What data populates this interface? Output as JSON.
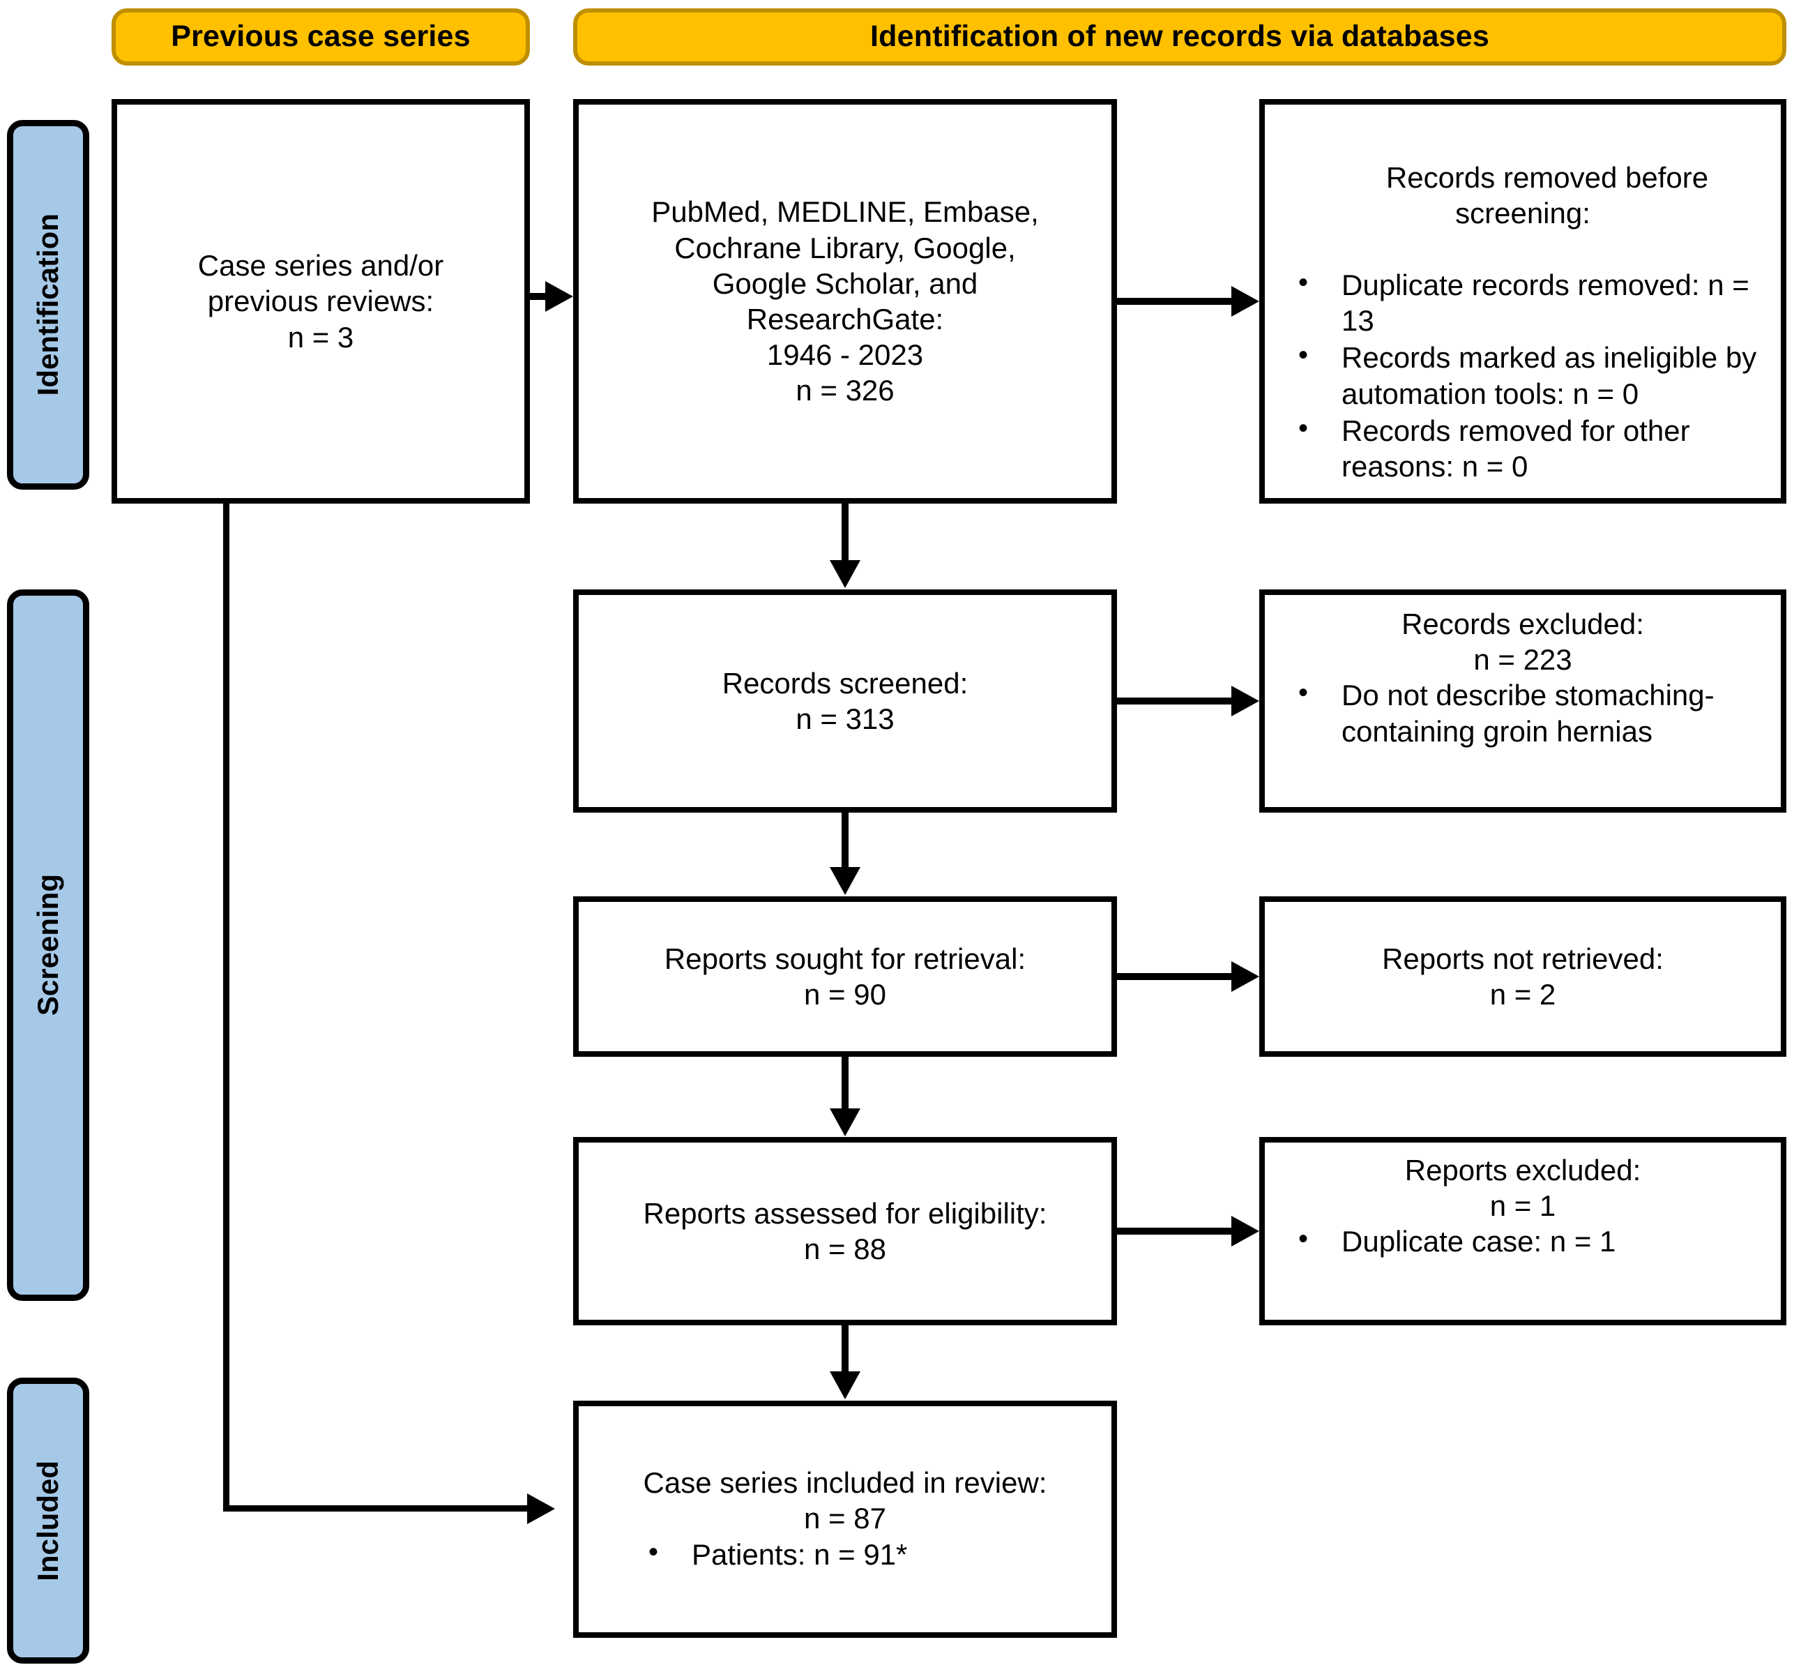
{
  "diagram": {
    "title": "PRISMA flow diagram",
    "colors": {
      "banner_fill": "#FFC000",
      "banner_border": "#BF8F00",
      "stage_fill": "#A6C9E8",
      "box_border": "#000000",
      "text": "#000000"
    }
  },
  "banners": {
    "previous": "Previous case series",
    "databases": "Identification of new records via databases"
  },
  "stages": {
    "identification": "Identification",
    "screening": "Screening",
    "included": "Included"
  },
  "boxes": {
    "previous_case_series": {
      "line1": "Case series and/or",
      "line2": "previous reviews:",
      "line3": "n = 3"
    },
    "databases": {
      "line1": "PubMed, MEDLINE, Embase,",
      "line2": "Cochrane Library, Google,",
      "line3": "Google Scholar, and",
      "line4": "ResearchGate:",
      "line5": "1946 - 2023",
      "line6": "n = 326"
    },
    "records_removed": {
      "heading_part1": "Records removed ",
      "heading_em": "before",
      "heading_part2": "screening",
      "heading_colon": ":",
      "bullets": [
        "Duplicate records removed: n = 13",
        "Records marked as ineligible by automation tools: n = 0",
        "Records removed for other reasons: n = 0"
      ]
    },
    "records_screened": {
      "line1": "Records screened:",
      "line2": "n = 313"
    },
    "records_excluded": {
      "line1": "Records excluded:",
      "line2": "n = 223",
      "bullets": [
        "Do not describe stomaching-containing groin hernias"
      ]
    },
    "reports_sought": {
      "line1": "Reports sought for retrieval:",
      "line2": "n = 90"
    },
    "reports_not_retrieved": {
      "line1": "Reports not retrieved:",
      "line2": "n = 2"
    },
    "reports_assessed": {
      "line1": "Reports assessed for eligibility:",
      "line2": "n = 88"
    },
    "reports_excluded": {
      "line1": "Reports excluded:",
      "line2": "n = 1",
      "bullets": [
        "Duplicate case: n = 1"
      ]
    },
    "included_review": {
      "line1": "Case series included in review:",
      "line2": "n = 87",
      "bullets": [
        "Patients: n = 91*"
      ]
    }
  }
}
